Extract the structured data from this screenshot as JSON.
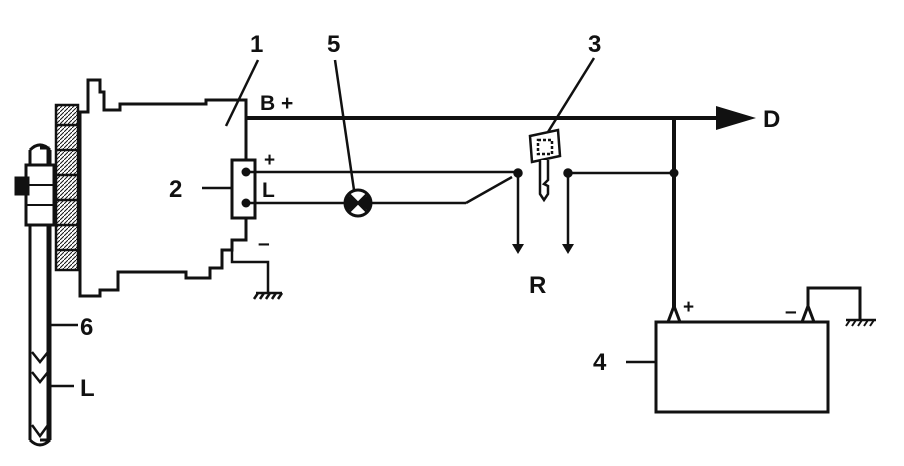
{
  "colors": {
    "ink": "#111111",
    "background": "#ffffff"
  },
  "labels": {
    "alternator": "1",
    "regulator": "2",
    "ignition_switch": "3",
    "battery": "4",
    "warning_lamp": "5",
    "belt": "6",
    "belt_dim": "L",
    "b_plus": "B +",
    "terminal_plus": "+",
    "terminal_l": "L",
    "terminal_minus": "–",
    "output_d": "D",
    "r_label": "R",
    "battery_plus": "+",
    "battery_minus": "–"
  }
}
